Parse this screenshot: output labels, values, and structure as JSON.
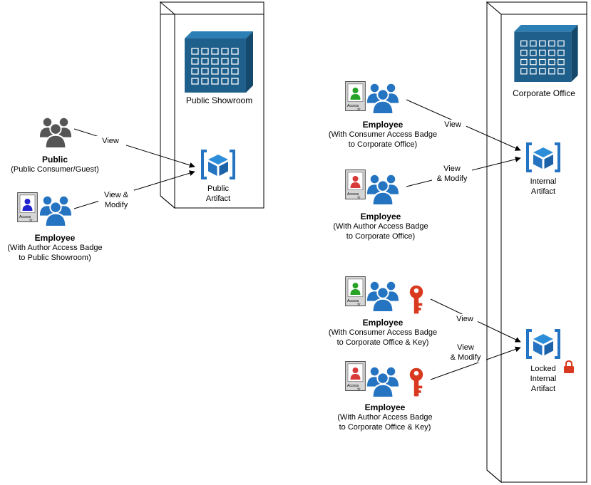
{
  "buildings": {
    "showroom": {
      "label": "Public Showroom"
    },
    "corporate": {
      "label": "Corporate Office"
    }
  },
  "artifacts": {
    "public": {
      "line1": "Public",
      "line2": "Artifact"
    },
    "internal": {
      "line1": "Internal",
      "line2": "Artifact"
    },
    "locked": {
      "line1": "Locked",
      "line2": "Internal",
      "line3": "Artifact"
    }
  },
  "actors": {
    "public_guest": {
      "name": "Public",
      "line1": "(Public Consumer/Guest)"
    },
    "emp_author_showroom": {
      "name": "Employee",
      "line1": "(With Author Access Badge",
      "line2": "to Public Showroom)"
    },
    "emp_consumer_corp": {
      "name": "Employee",
      "line1": "(With Consumer Access Badge",
      "line2": "to Corporate Office)"
    },
    "emp_author_corp": {
      "name": "Employee",
      "line1": "(With Author Access Badge",
      "line2": "to Corporate Office)"
    },
    "emp_consumer_corp_key": {
      "name": "Employee",
      "line1": "(With Consumer Access Badge",
      "line2": "to Corporate Office & Key)"
    },
    "emp_author_corp_key": {
      "name": "Employee",
      "line1": "(With Author Access Badge",
      "line2": "to Corporate Office & Key)"
    }
  },
  "edges": {
    "e1": {
      "line1": "View"
    },
    "e2": {
      "line1": "View &",
      "line2": "Modify"
    },
    "e3": {
      "line1": "View"
    },
    "e4": {
      "line1": "View",
      "line2": "& Modify"
    },
    "e5": {
      "line1": "View"
    },
    "e6": {
      "line1": "View",
      "line2": "& Modify"
    }
  },
  "badge_text": "Access",
  "icons": [
    "people-icon",
    "access-badge-icon",
    "key-icon",
    "padlock-icon",
    "building-icon",
    "artifact-cube-icon"
  ],
  "colors": {
    "people_blue": "#2474c2",
    "people_gray": "#555555",
    "building_blue": "#1f5f8b",
    "key_red": "#d8391f",
    "badge_consumer_green": "#27a327",
    "badge_author_red": "#d83a3a",
    "badge_showroom_blue": "#2323cf"
  }
}
